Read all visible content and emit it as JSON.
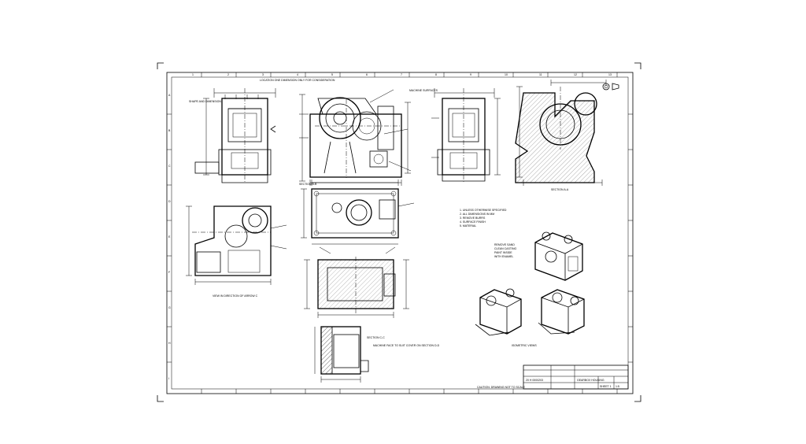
{
  "sheet": {
    "zone_numbers": [
      "1",
      "2",
      "3",
      "4",
      "5",
      "6",
      "7",
      "8",
      "9",
      "10",
      "11",
      "12",
      "13"
    ],
    "zone_letters": [
      "A",
      "B",
      "C",
      "D",
      "E",
      "F",
      "G",
      "H",
      "I"
    ]
  },
  "notes": {
    "main_view_callout": "LOCATION ONE DIMENSION ONLY FOR CONSIDERATION",
    "rib_callout": "SHAPE AND DIMENSION",
    "right_callout": "MACHINE SURFACES",
    "section_aa": "SECTION A-A",
    "section_bb": "SECTION B-B",
    "section_cc": "SECTION C-C",
    "view_direction": "VIEW IN DIRECTION OF ARROW C",
    "general_notes": "1. UNLESS OTHERWISE SPECIFIED\n2. ALL DIMENSIONS IN MM\n3. REMOVE BURRS\n4. SURFACE FINISH\n5. MATERIAL",
    "iso_caption": "ISOMETRIC VIEWS",
    "iso_notes": "REMOVE SAND\nCLEAN CASTING\nPAINT INSIDE\nWITH ENAMEL",
    "machine_note": "MACHINE FACE TO SUIT COVER ON SECTION D-D",
    "bottom_note": "CAUTION: DRAWING NOT TO SCALE"
  },
  "title_block": {
    "part_no": "20 H 0000203",
    "title": "GEARBOX HOUSING",
    "sheet": "SHEET 1",
    "scale": "1:5"
  }
}
